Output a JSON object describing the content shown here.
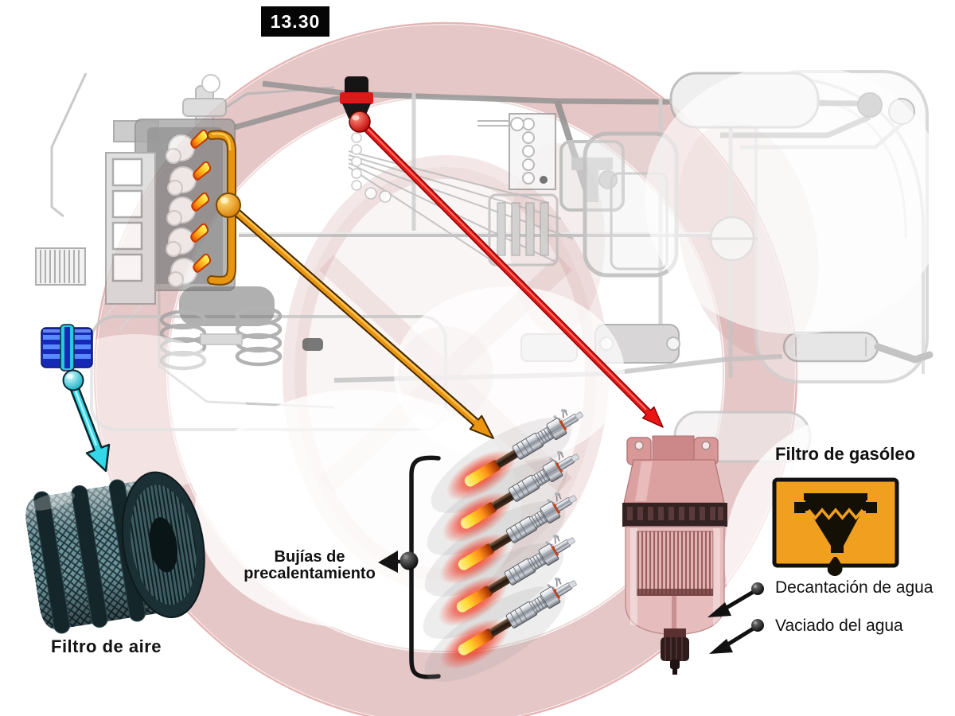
{
  "figure_number": "13.30",
  "labels": {
    "air_filter": "Filtro de aire",
    "glow_plugs_line1": "Bujías de",
    "glow_plugs_line2": "precalentamiento",
    "fuel_filter": "Filtro de gasóleo",
    "water_decantation": "Decantación de agua",
    "water_drain": "Vaciado del agua"
  },
  "colors": {
    "figure_box_bg": "#050505",
    "figure_box_text": "#ffffff",
    "air_filter_arrow": "#35d8e8",
    "glow_plug_arrow": "#ea9410",
    "fuel_filter_arrow": "#ea1515",
    "warning_icon_bg": "#f0a01e",
    "warning_icon_glyph": "#141005",
    "label_text": "#111111",
    "watermark_red": "#a03737",
    "schematic_gray": "#a8a8a8",
    "glow_tip_yellow": "#ffd830",
    "glow_halo_red": "#f02008",
    "fuel_filter_body_pink": "#e7bcbc",
    "air_filter_teal": "#6b9199",
    "blue_canister": "#1628b8"
  },
  "icon_names": [
    "fuel-filter-warning-icon",
    "air-filter-arrow-icon",
    "glow-plugs-arrow-icon",
    "fuel-filter-arrow-icon",
    "glow-plugs-pointer-icon",
    "water-decantation-arrow-icon",
    "water-drain-arrow-icon"
  ]
}
